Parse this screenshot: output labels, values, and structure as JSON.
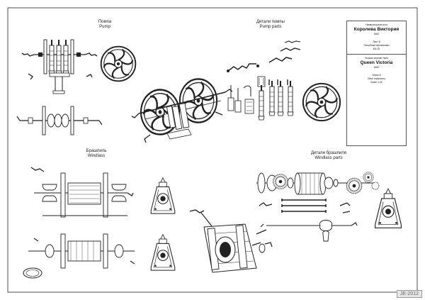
{
  "labels": {
    "pump_ru": "Помпа",
    "pump_en": "Pump",
    "pump_parts_ru": "Детали помпы",
    "pump_parts_en": "Pump parts",
    "windlass_ru": "Брашпиль",
    "windlass_en": "Windlass",
    "windlass_parts_ru": "Детали брашпиля",
    "windlass_parts_en": "Windlass parts"
  },
  "title_block": {
    "ru_type": "Императорская яхта",
    "ru_name": "Королева Виктория",
    "ru_year": "1842",
    "ru_sheet": "Лист 8",
    "ru_desc": "Палубные механизмы",
    "ru_scale": "М1:32",
    "en_type": "Russian Imperial Yacht",
    "en_name": "Queen Victoria",
    "en_year": "1842",
    "en_sheet": "Sheet 8",
    "en_desc": "Deck machinery",
    "en_scale": "Scale 1:32"
  },
  "badge": "JE-2012",
  "colors": {
    "line": "#222222",
    "fill": "#ffffff",
    "shade": "#9a9a9a",
    "badge_bg": "#e6e6e6"
  }
}
